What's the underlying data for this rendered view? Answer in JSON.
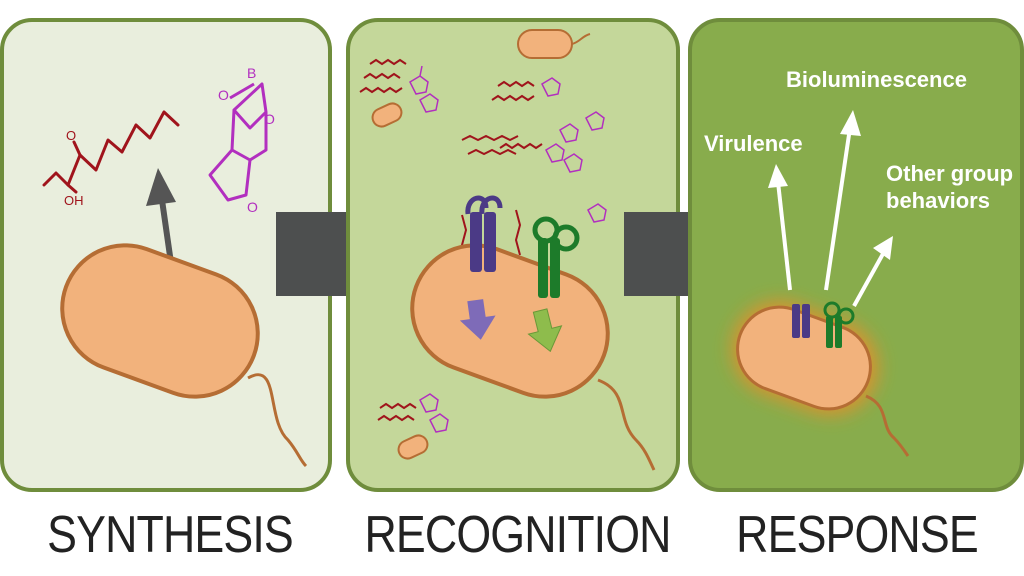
{
  "stages": [
    {
      "label": "SYNTHESIS"
    },
    {
      "label": "RECOGNITION"
    },
    {
      "label": "RESPONSE"
    }
  ],
  "molecules": {
    "acyl_chain_oh": "OH",
    "acyl_chain_o": "O",
    "borate_b": "B",
    "borate_o1": "O",
    "borate_o2": "O",
    "borate_o3": "O"
  },
  "response": {
    "virulence": "Virulence",
    "bioluminescence": "Bioluminescence",
    "other_line1": "Other group",
    "other_line2": "behaviors"
  },
  "colors": {
    "panel1_bg": "#e9eedd",
    "panel2_bg": "#c4d79a",
    "panel3_bg": "#88ac4c",
    "panel_border": "#6f8d3c",
    "cell_fill": "#f2b27c",
    "cell_stroke": "#b56d34",
    "big_arrow": "#4d4f4f",
    "acyl_red": "#a0141c",
    "borate_purple": "#b22fbf",
    "receptor_purple": "#4b3a86",
    "receptor_green": "#1d7b2a",
    "signal_arrow_purple": "#7e6bb8",
    "signal_arrow_green": "#8ebc4c",
    "glow": "#e5902c"
  }
}
